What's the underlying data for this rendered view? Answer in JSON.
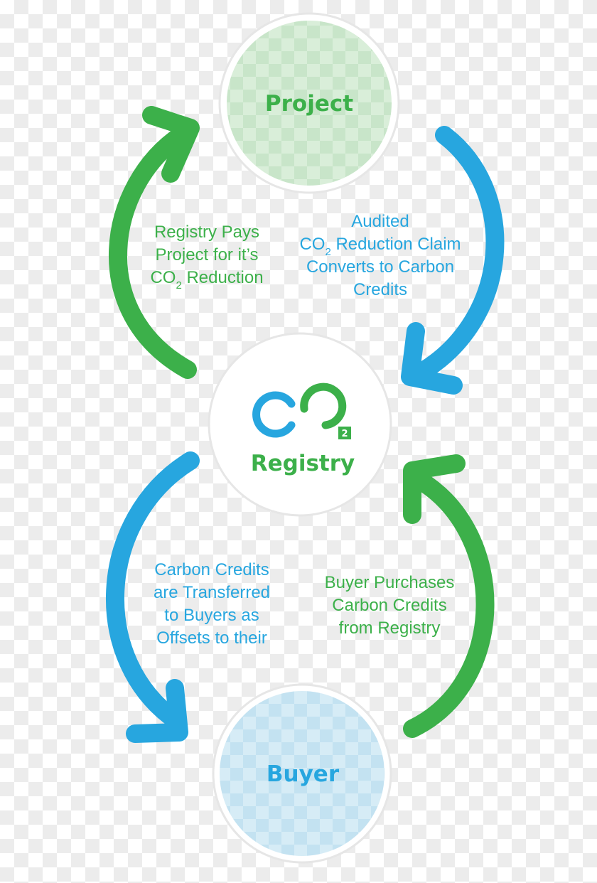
{
  "colors": {
    "green": "#3cb04a",
    "blue": "#27a6df",
    "project_fill": "#d6ecd6",
    "buyer_fill": "#d0e9f5",
    "ring": "#e6e6e6"
  },
  "nodes": {
    "project": {
      "label": "Project"
    },
    "registry": {
      "label": "Registry",
      "logo_main": "CO",
      "logo_sub": "2"
    },
    "buyer": {
      "label": "Buyer"
    }
  },
  "edges": {
    "registry_to_project": {
      "line1": "Registry Pays",
      "line2": "Project for it’s",
      "line3_pre": "CO",
      "line3_sub": "2",
      "line3_post": " Reduction"
    },
    "project_to_registry": {
      "line1": "Audited",
      "line2_pre": "CO",
      "line2_sub": "2",
      "line2_post": " Reduction Claim",
      "line3": "Converts to Carbon",
      "line4": "Credits"
    },
    "registry_to_buyer": {
      "line1": "Carbon Credits",
      "line2": "are Transferred",
      "line3": "to Buyers as",
      "line4": "Offsets to their"
    },
    "buyer_to_registry": {
      "line1": "Buyer Purchases",
      "line2": "Carbon Credits",
      "line3": "from Registry"
    }
  }
}
